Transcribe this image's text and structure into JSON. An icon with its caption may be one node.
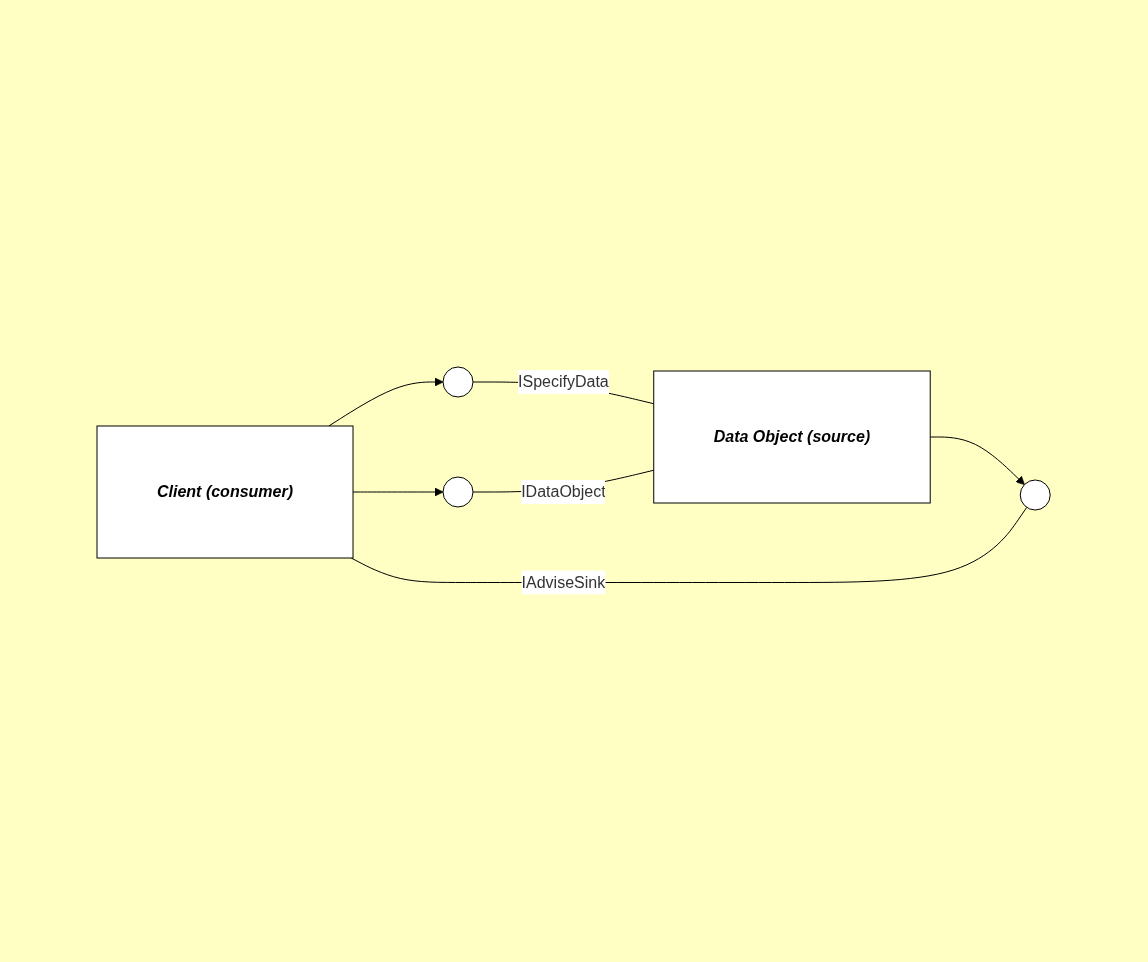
{
  "diagram": {
    "nodes": [
      {
        "text": [
          "Client (consumer)"
        ]
      },
      {
        "text": [
          "Data Object (source)"
        ]
      },
      {
        "text": [],
        "shape": "circle"
      },
      {
        "text": [],
        "shape": "circle"
      },
      {
        "text": [],
        "shape": "circle"
      }
    ],
    "edges": [
      {
        "from": 0,
        "to": 2,
        "arrow": "to"
      },
      {
        "from": 2,
        "to": 1,
        "arrow": "none",
        "label": "ISpecifyData"
      },
      {
        "from": 0,
        "to": 3,
        "arrow": "to"
      },
      {
        "from": 3,
        "to": 1,
        "arrow": "none",
        "label": "IDataObject"
      },
      {
        "from": 1,
        "to": 4,
        "arrow": "to"
      },
      {
        "from": 4,
        "to": 0,
        "arrow": "none",
        "label": "IAdviseSink"
      }
    ]
  }
}
